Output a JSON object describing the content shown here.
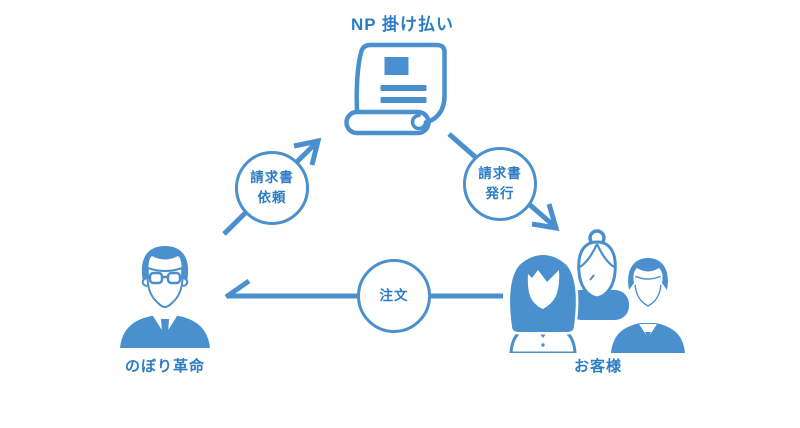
{
  "colors": {
    "primary": "#4a90ce",
    "label_text": "#2b7dc5",
    "background": "#ffffff"
  },
  "diagram": {
    "top_node": {
      "title": "NP 掛け払い",
      "icon": "invoice-scroll"
    },
    "left_node": {
      "label": "のぼり革命",
      "icon": "businessman-with-glasses"
    },
    "right_node": {
      "label": "お客様",
      "icon": "customer-group"
    },
    "flows": {
      "invoice_request": {
        "line1": "請求書",
        "line2": "依頼",
        "from": "のぼり革命",
        "to": "NP 掛け払い"
      },
      "invoice_issue": {
        "line1": "請求書",
        "line2": "発行",
        "from": "NP 掛け払い",
        "to": "お客様"
      },
      "order": {
        "label": "注文",
        "from": "お客様",
        "to": "のぼり革命"
      }
    }
  }
}
